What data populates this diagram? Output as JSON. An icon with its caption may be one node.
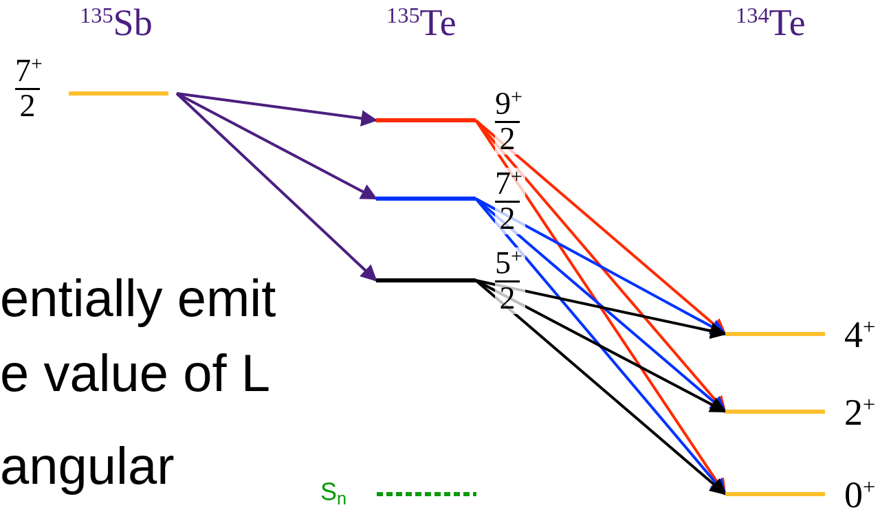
{
  "diagram": {
    "nodes": [
      {
        "text": [],
        "shape": "bar",
        "beside": [
          "7$^{+}$",
          "2"
        ]
      },
      {
        "text": [],
        "shape": "bar",
        "beside": [
          "9$^{+}$",
          "2"
        ]
      },
      {
        "text": [],
        "shape": "bar",
        "beside": [
          "7$^{+}$",
          "2"
        ]
      },
      {
        "text": [],
        "shape": "bar",
        "beside": [
          "5$^{+}$",
          "2"
        ]
      },
      {
        "text": [],
        "shape": "bar",
        "beside": [
          "S$_{n}$"
        ]
      },
      {
        "text": [],
        "shape": "bar",
        "beside": [
          "4$^{+}$"
        ]
      },
      {
        "text": [],
        "shape": "bar",
        "beside": [
          "2$^{+}$"
        ]
      },
      {
        "text": [],
        "shape": "bar",
        "beside": [
          "0$^{+}$"
        ]
      }
    ],
    "edges": [
      {
        "from": 0,
        "to": 1,
        "arrow": "to",
        "color": "#4b1f80"
      },
      {
        "from": 0,
        "to": 2,
        "arrow": "to",
        "color": "#4b1f80"
      },
      {
        "from": 0,
        "to": 3,
        "arrow": "to",
        "color": "#4b1f80"
      },
      {
        "from": 1,
        "to": 5,
        "arrow": "to",
        "color": "#ff2a00"
      },
      {
        "from": 1,
        "to": 6,
        "arrow": "to",
        "color": "#ff2a00"
      },
      {
        "from": 1,
        "to": 7,
        "arrow": "to",
        "color": "#ff2a00"
      },
      {
        "from": 2,
        "to": 5,
        "arrow": "to",
        "color": "#0033ff"
      },
      {
        "from": 2,
        "to": 6,
        "arrow": "to",
        "color": "#0033ff"
      },
      {
        "from": 2,
        "to": 7,
        "arrow": "to",
        "color": "#0033ff"
      },
      {
        "from": 3,
        "to": 5,
        "arrow": "to",
        "color": "#000000"
      },
      {
        "from": 3,
        "to": 6,
        "arrow": "to",
        "color": "#000000"
      },
      {
        "from": 3,
        "to": 7,
        "arrow": "to",
        "color": "#000000"
      }
    ],
    "labels": [
      "$^{135}$Sb",
      "$^{135}$Te",
      "$^{134}$Te",
      "entially emit",
      "e value of L",
      "angular"
    ]
  }
}
